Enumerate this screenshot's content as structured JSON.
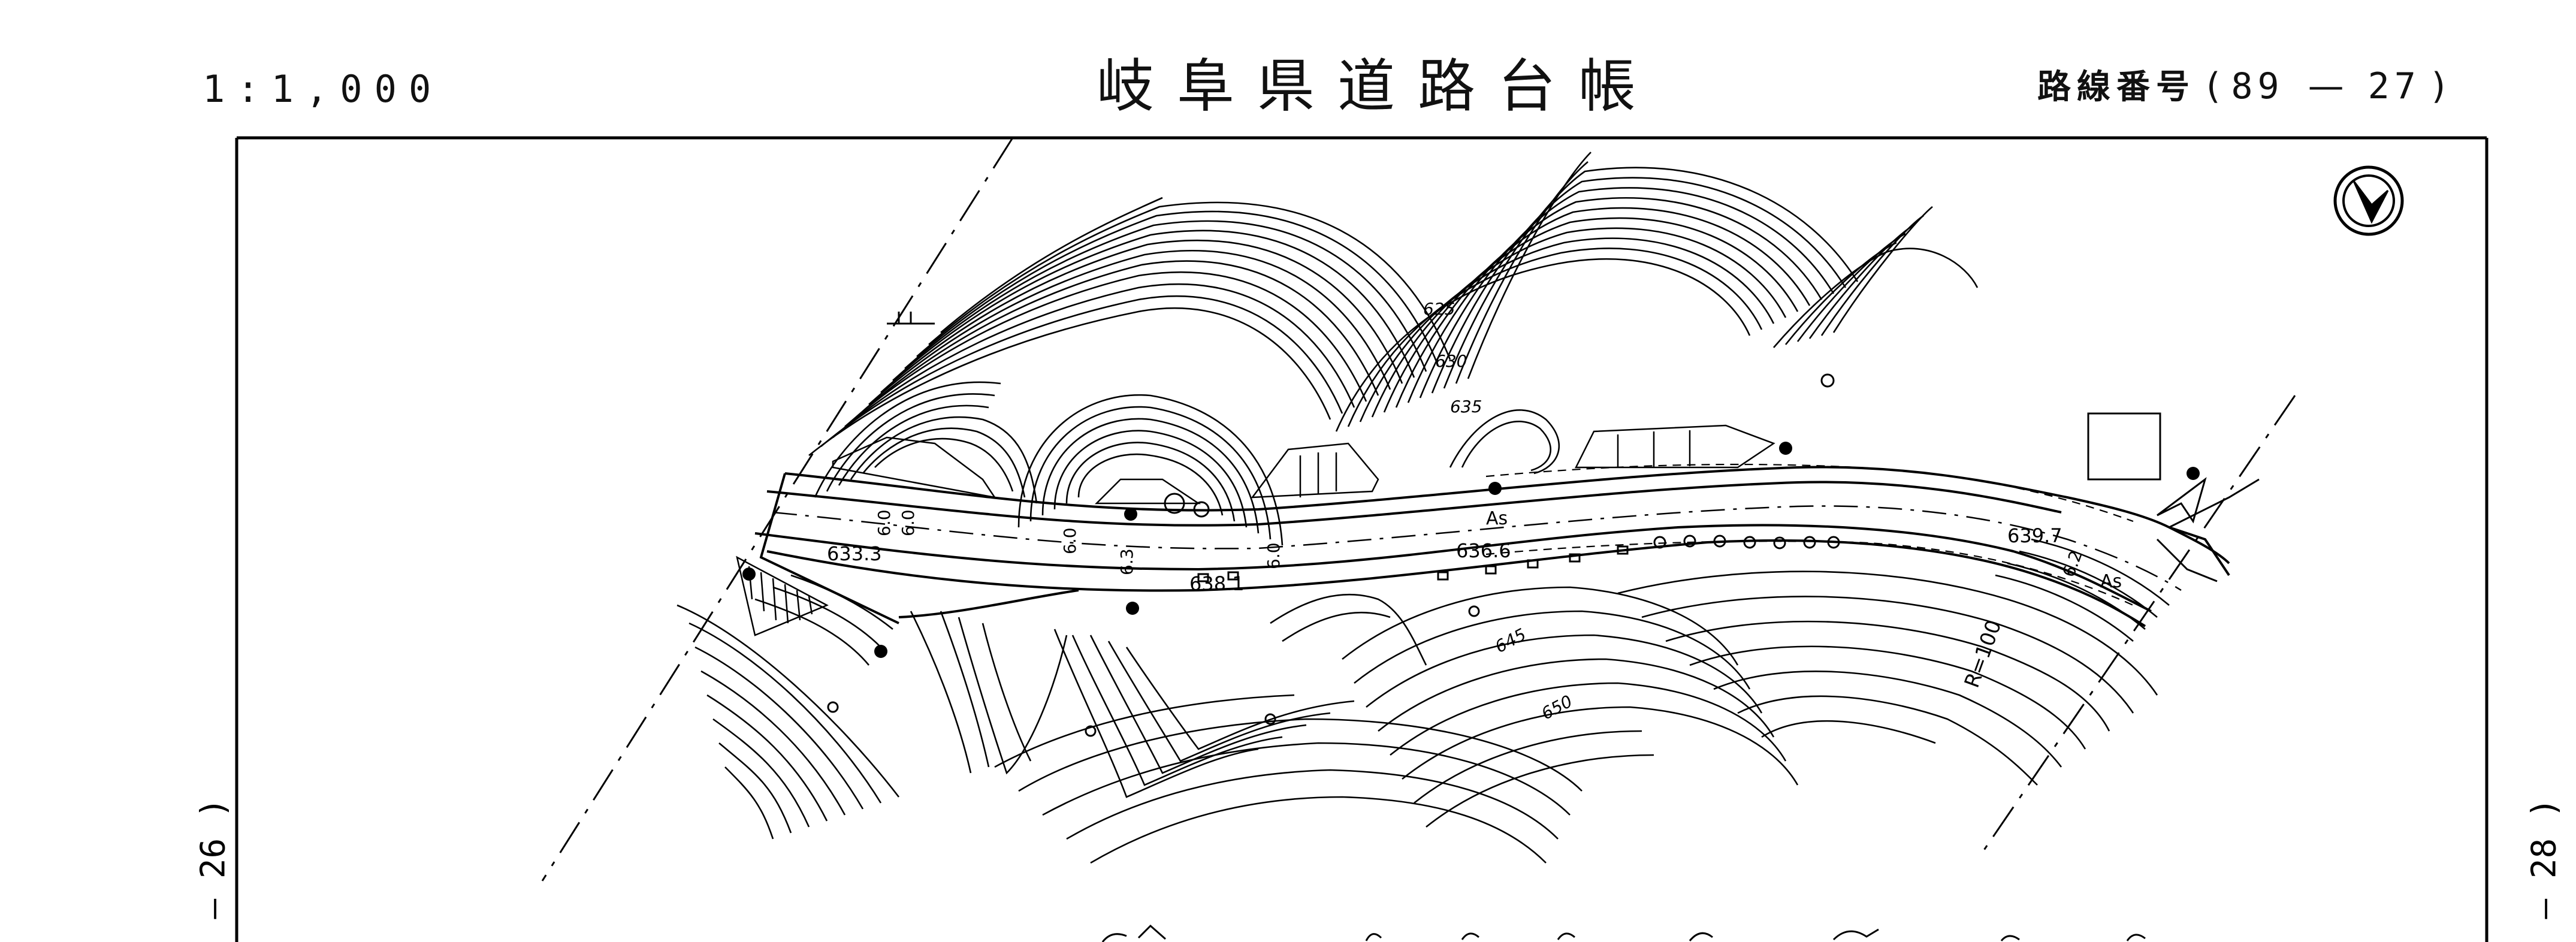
{
  "header": {
    "scale": "1:1,000",
    "title": "岐阜県道路台帳",
    "route_label": "路線番号",
    "route_open": "(",
    "route_a": "89",
    "route_dash": "—",
    "route_b": "27",
    "route_close": ")"
  },
  "adjacent_sheets": {
    "left": "— 26 )",
    "right": "— 28 )"
  },
  "map": {
    "north_symbol": "north-arrow",
    "road_surface": "As",
    "elevations": [
      "633.3",
      "638.1",
      "636.6",
      "639.7"
    ],
    "contours": [
      "625",
      "630",
      "635",
      "645",
      "650"
    ],
    "widths": [
      "6.0",
      "6.0",
      "6.0",
      "6.3",
      "6.0",
      "6.2"
    ],
    "curve_radius": "R=100"
  }
}
